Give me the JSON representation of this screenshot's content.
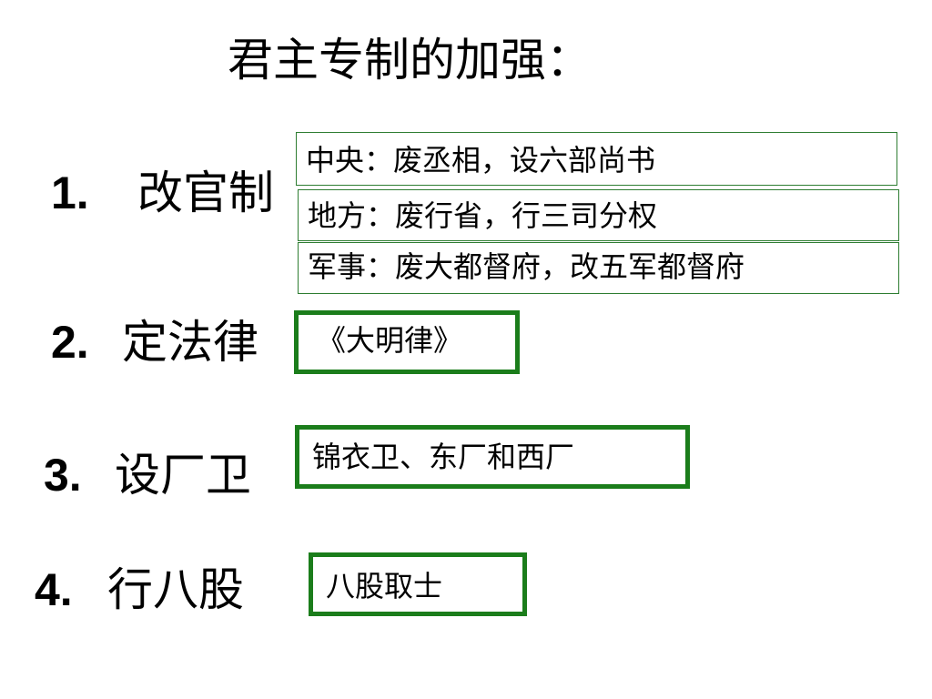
{
  "title": "君主专制的加强：",
  "items": [
    {
      "number": "1.",
      "label": "改官制",
      "details": [
        "中央：废丞相，设六部尚书",
        "地方：废行省，行三司分权",
        "军事：废大都督府，改五军都督府"
      ]
    },
    {
      "number": "2.",
      "label": "定法律",
      "details": [
        "《大明律》"
      ]
    },
    {
      "number": "3.",
      "label": "设厂卫",
      "details": [
        "锦衣卫、东厂和西厂"
      ]
    },
    {
      "number": "4.",
      "label": "行八股",
      "details": [
        "八股取士"
      ]
    }
  ],
  "colors": {
    "box_border": "#1b7d1b",
    "text": "#000000",
    "background": "#ffffff"
  }
}
